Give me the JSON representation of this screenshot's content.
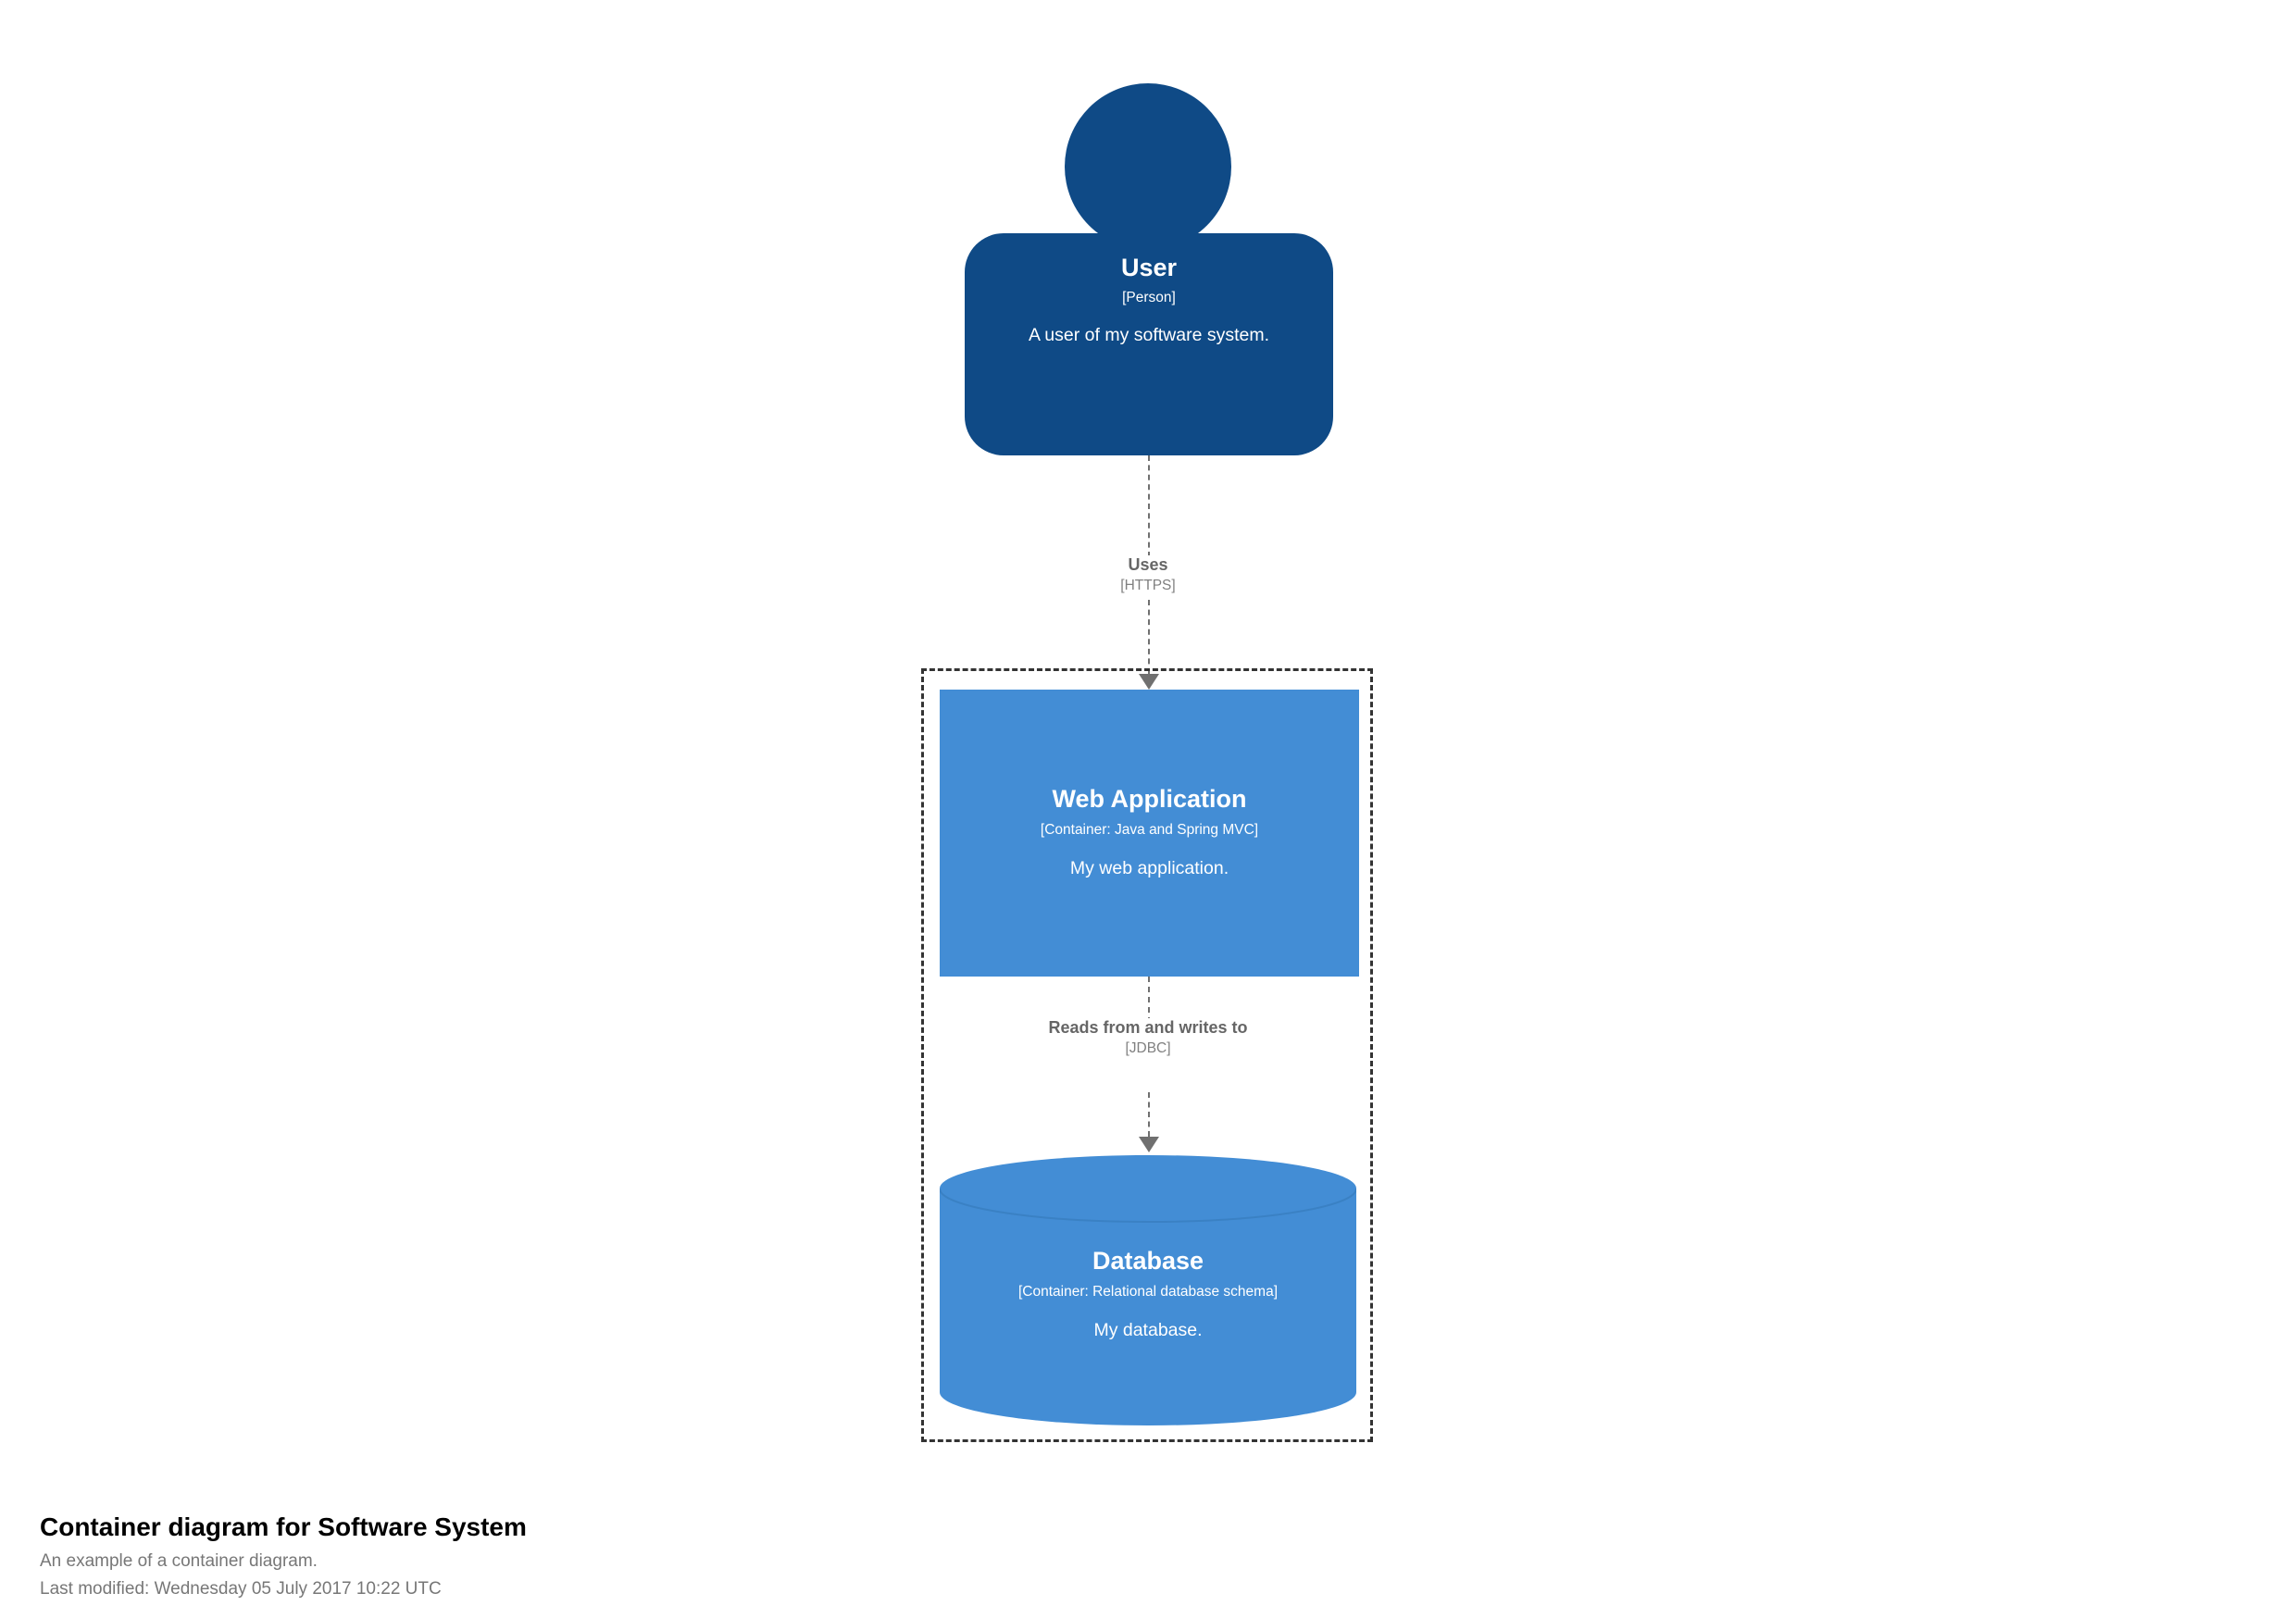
{
  "diagram": {
    "person": {
      "name": "User",
      "type": "[Person]",
      "description": "A user of my software system.",
      "color": "#0f4a86"
    },
    "boundary": {
      "style": "dashed",
      "color": "#333333"
    },
    "containers": [
      {
        "name": "Web Application",
        "type": "[Container: Java and Spring MVC]",
        "description": "My web application.",
        "shape": "box",
        "color": "#438dd5"
      },
      {
        "name": "Database",
        "type": "[Container: Relational database schema]",
        "description": "My database.",
        "shape": "cylinder",
        "color": "#438dd5"
      }
    ],
    "relationships": [
      {
        "description": "Uses",
        "technology": "[HTTPS]",
        "from": "User",
        "to": "Web Application",
        "color": "#707070"
      },
      {
        "description": "Reads from and writes to",
        "technology": "[JDBC]",
        "from": "Web Application",
        "to": "Database",
        "color": "#707070"
      }
    ]
  },
  "caption": {
    "title": "Container diagram for Software System",
    "subtitle": "An example of a container diagram.",
    "last_modified": "Last modified: Wednesday 05 July 2017 10:22 UTC"
  }
}
